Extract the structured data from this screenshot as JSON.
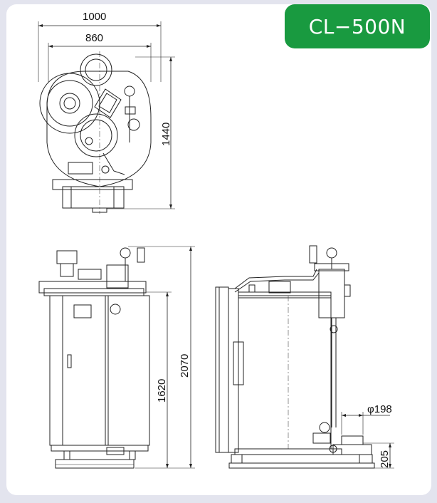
{
  "model": "CL−500N",
  "colors": {
    "badge": "#199a40",
    "background": "#e3e4ee",
    "sheet": "#ffffff"
  },
  "top_view": {
    "width_overall": "1000",
    "width_body": "860",
    "depth": "1440"
  },
  "front_view": {
    "height_overall": "2070",
    "height_body": "1620"
  },
  "side_view": {
    "outlet_diameter": "φ198",
    "outlet_height": "205"
  }
}
